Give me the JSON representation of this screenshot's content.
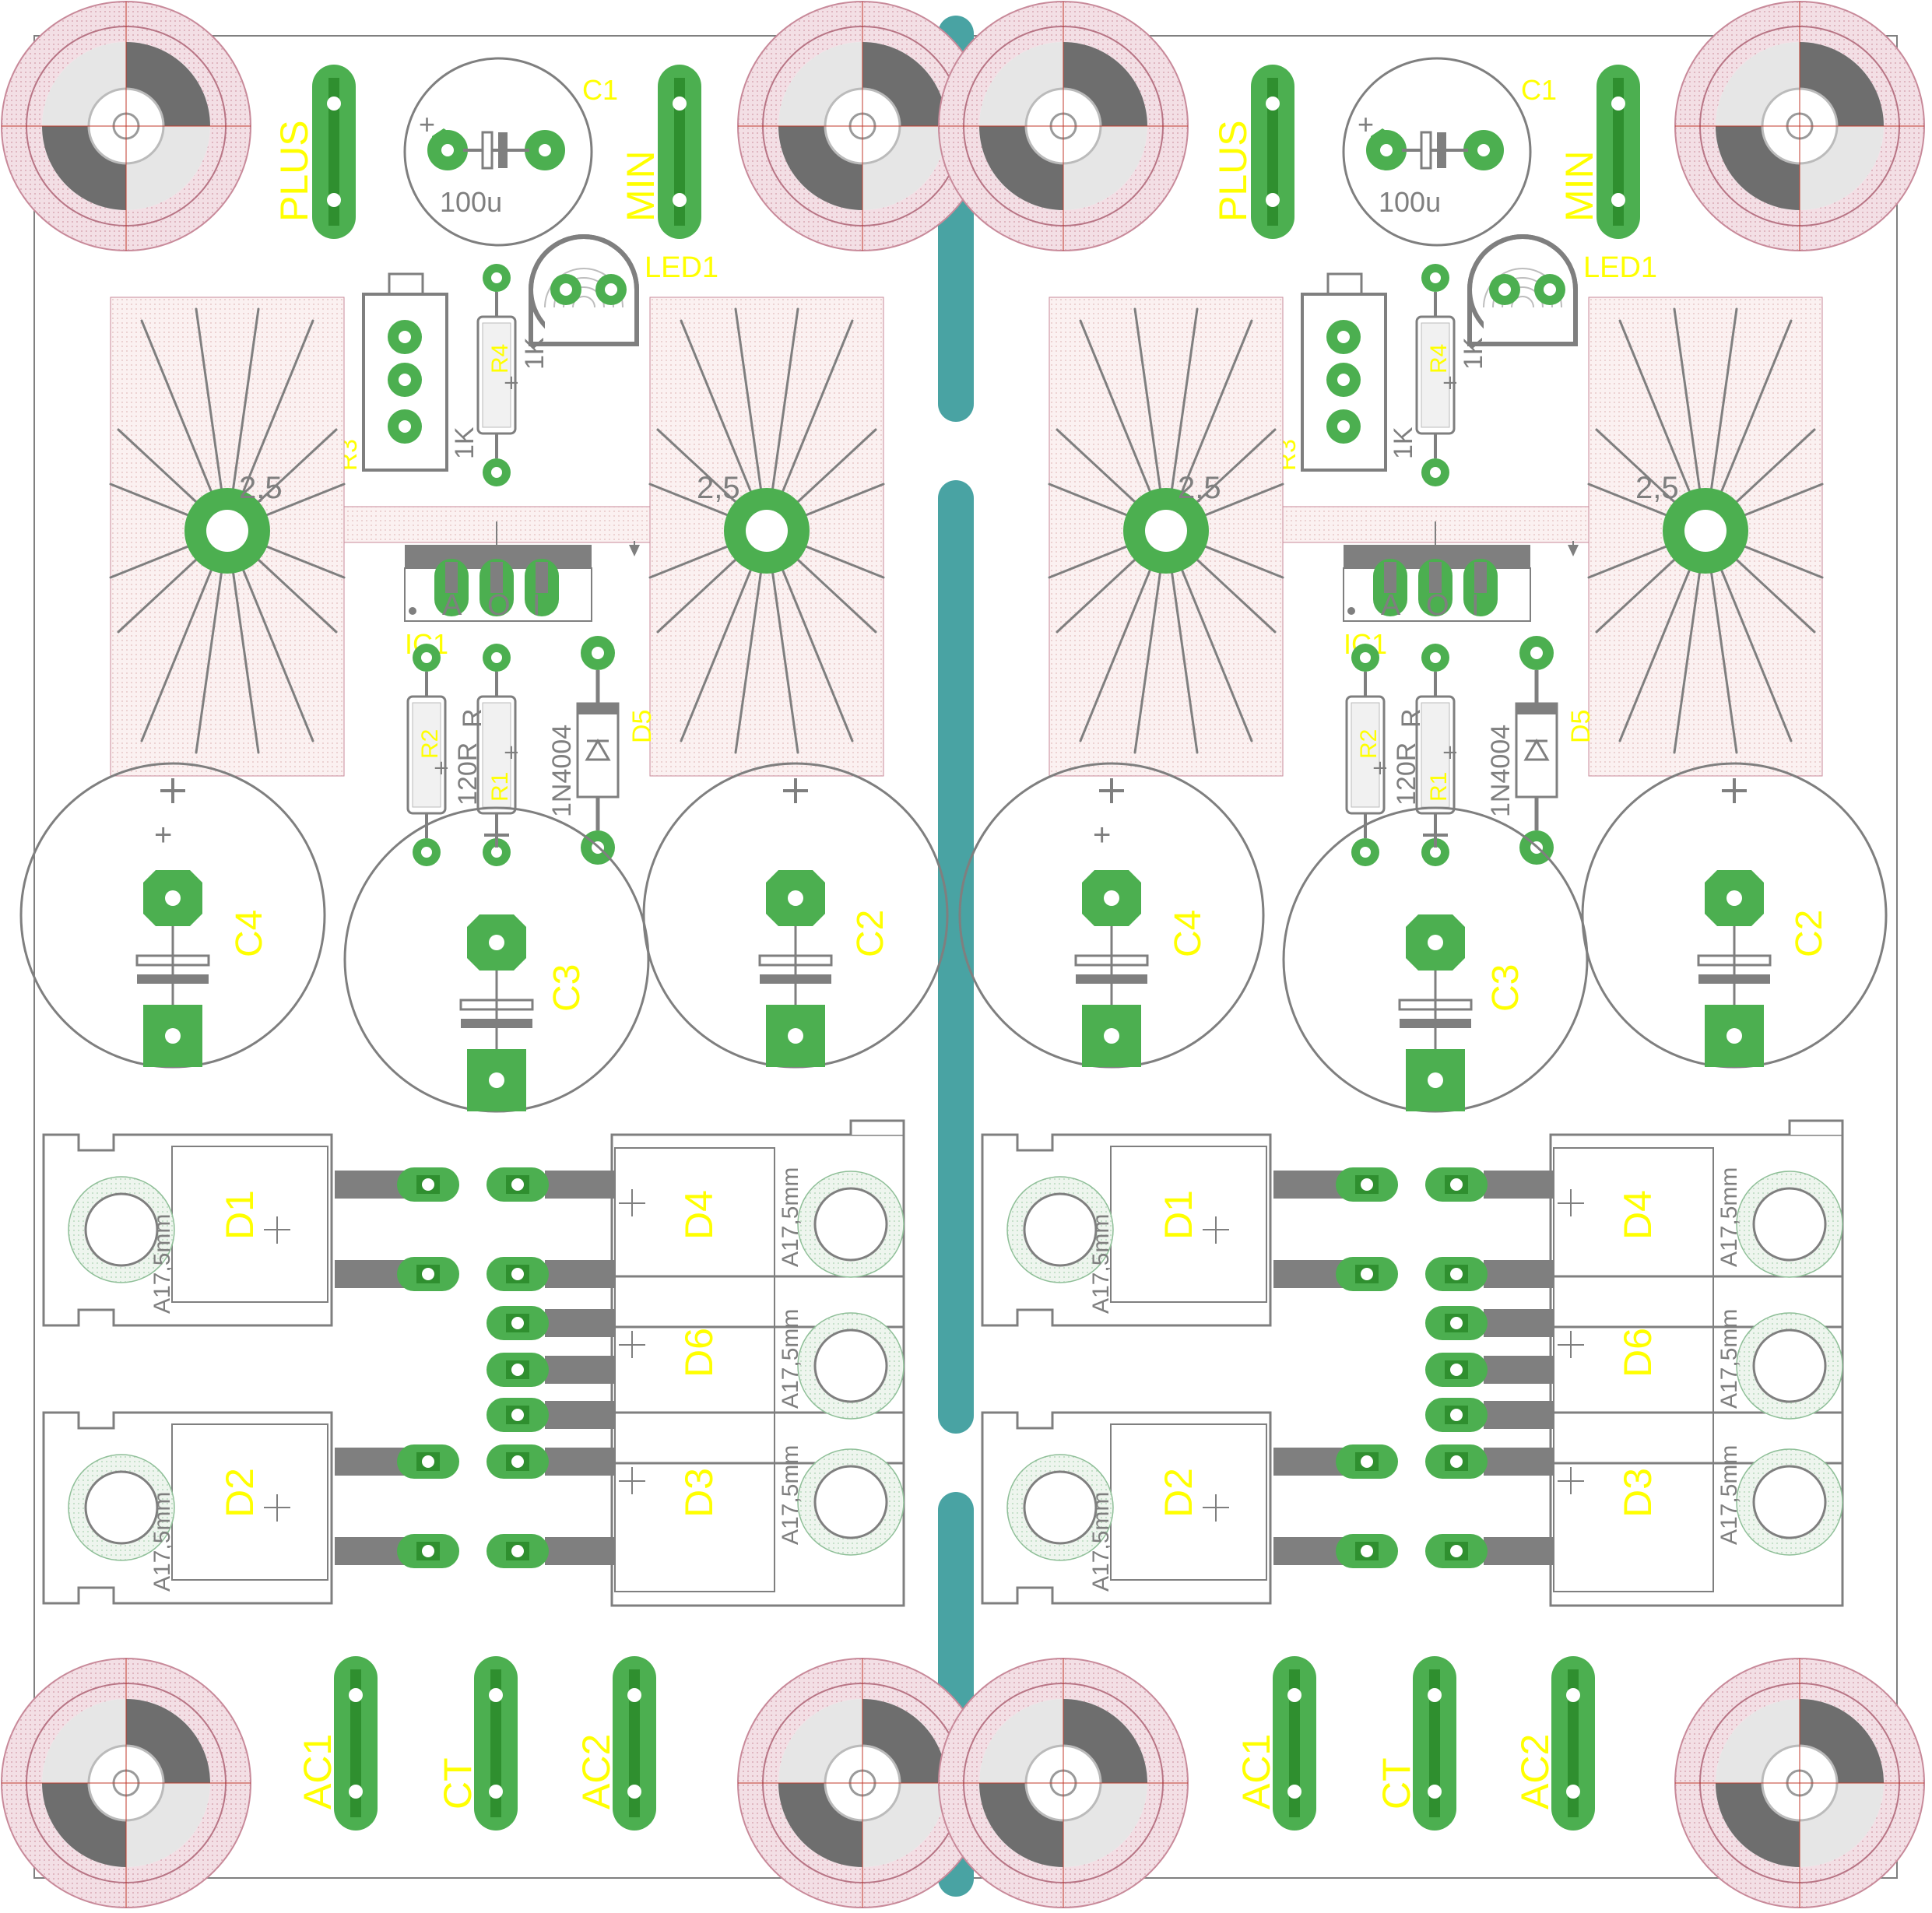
{
  "colors": {
    "pad": "#4caf50",
    "trace": "#2f9f2f",
    "silk": "#7f7f7f",
    "label": "#ffff00",
    "mount_ring": "#f1dbe3",
    "mill": "#49a3a3",
    "board_bg": "#ffffff"
  },
  "icons": {
    "mounting-hole": "target-quadrant-icon",
    "capacitor": "polarized-cap-symbol",
    "diode": "diode-symbol"
  },
  "modules": [
    {
      "connectors": {
        "plus": "PLUS",
        "min": "MIN",
        "ac1": "AC1",
        "ct": "CT",
        "ac2": "AC2"
      },
      "c1": {
        "name": "C1",
        "value": "100u",
        "plus": "+"
      },
      "led": {
        "name": "LED1"
      },
      "r3": {
        "name": "R3",
        "value": "1K"
      },
      "r4": {
        "name": "R4",
        "value": "1K"
      },
      "heatsink": {
        "left": "2,5",
        "right": "2,5"
      },
      "ic1": {
        "name": "IC1",
        "pins": [
          "A",
          "O",
          "I"
        ]
      },
      "r2": {
        "name": "R2",
        "value": "120R"
      },
      "r1": {
        "name": "R1",
        "value": "R"
      },
      "d5": {
        "name": "D5",
        "value": "1N4004"
      },
      "caps": {
        "c4": "C4",
        "c3": "C3",
        "c2": "C2",
        "plus": "+"
      },
      "diodes": {
        "d1": "D1",
        "d2": "D2",
        "d3": "D3",
        "d4": "D4",
        "d6": "D6",
        "sink": "A17,5mm"
      }
    },
    {
      "connectors": {
        "plus": "PLUS",
        "min": "MIN",
        "ac1": "AC1",
        "ct": "CT",
        "ac2": "AC2"
      },
      "c1": {
        "name": "C1",
        "value": "100u",
        "plus": "+"
      },
      "led": {
        "name": "LED1"
      },
      "r3": {
        "name": "R3",
        "value": "1K"
      },
      "r4": {
        "name": "R4",
        "value": "1K"
      },
      "heatsink": {
        "left": "2,5",
        "right": "2,5"
      },
      "ic1": {
        "name": "IC1",
        "pins": [
          "A",
          "O",
          "I"
        ]
      },
      "r2": {
        "name": "R2",
        "value": "120R"
      },
      "r1": {
        "name": "R1",
        "value": "R"
      },
      "d5": {
        "name": "D5",
        "value": "1N4004"
      },
      "caps": {
        "c4": "C4",
        "c3": "C3",
        "c2": "C2",
        "plus": "+"
      },
      "diodes": {
        "d1": "D1",
        "d2": "D2",
        "d3": "D3",
        "d4": "D4",
        "d6": "D6",
        "sink": "A17,5mm"
      }
    }
  ]
}
